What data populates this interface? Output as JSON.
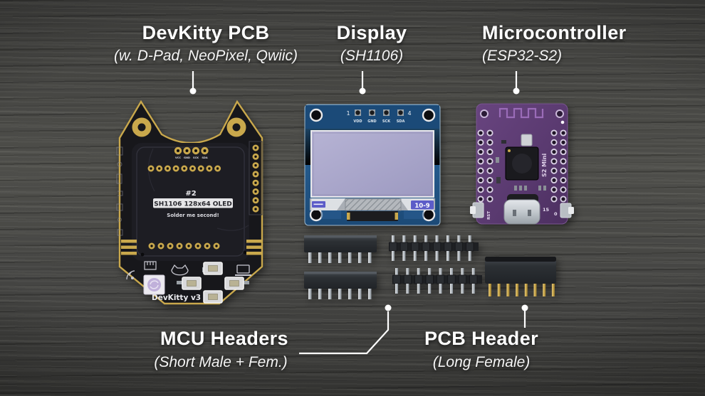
{
  "annotations": {
    "devkitty": {
      "title": "DevKitty PCB",
      "subtitle": "(w. D-Pad, NeoPixel, Qwiic)"
    },
    "display": {
      "title": "Display",
      "subtitle": "(SH1106)"
    },
    "microcontroller": {
      "title": "Microcontroller",
      "subtitle": "(ESP32-S2)"
    },
    "mcu_headers": {
      "title": "MCU Headers",
      "subtitle": "(Short Male + Fem.)"
    },
    "pcb_header": {
      "title": "PCB Header",
      "subtitle": "(Long Female)"
    }
  },
  "devkitty_pcb": {
    "pin_labels": [
      "VCC",
      "GND",
      "SCK",
      "SDA"
    ],
    "position_number": "#2",
    "oled_note": "SH1106 128x64 OLED",
    "solder_note": "Solder me second!",
    "board_name": "DevKitty v3"
  },
  "display_module": {
    "pin_labels": [
      "VDD",
      "GND",
      "SCK",
      "SDA"
    ],
    "pin_first": "1",
    "pin_last": "4",
    "date_code": "10-9"
  },
  "microcontroller_board": {
    "board_name": "S2 Mini",
    "reset_label": "RST",
    "pin_label": "15",
    "boot_label": "0"
  },
  "colors": {
    "background_wood": "#474745",
    "annotation_text": "#ffffff",
    "pcb_black": "#17171b",
    "pcb_gold": "#c9a84c",
    "display_blue": "#2a5f95",
    "oled_screen": "#a8a5c8",
    "mcu_purple": "#5d3d74",
    "header_plastic": "#2b2e32",
    "pin_silver": "#c3c8cd",
    "neopixel": "#cdbfe2"
  }
}
